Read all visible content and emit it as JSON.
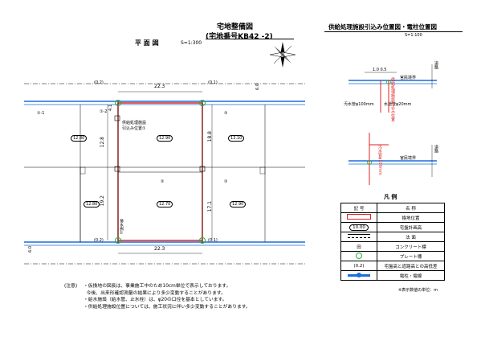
{
  "plan": {
    "title": "宅地整備図",
    "subtitle": "(宅地番号KB42 -2)",
    "view_label": "平 面 図",
    "scale": "S=1:300",
    "dim_top": "22.3",
    "dim_bottom": "22.3",
    "dim_left": "12.8",
    "dim_left2": "19.2",
    "dim_right": "18.8",
    "dim_right2": "17.1",
    "dim_road_top": "4.1",
    "dim_road_left": "6.0",
    "dim_road_right": "6.0",
    "tag_tl": "(0.2)",
    "tag_tr": "(0.1)",
    "tag_bl": "(0.2)",
    "tag_br": "(0.1)",
    "lot_left_top": "12.80",
    "lot_center_top": "12.90",
    "lot_right_top": "13.10",
    "lot_left_bottom": "12.80",
    "lot_center_bottom": "12.70",
    "lot_right_bottom": "12.90",
    "lot_no_left": "①-1",
    "lot_no_left2": "①-2",
    "lot_no_center": "②",
    "lot_no_right": "③",
    "lot_no_bottom": "③",
    "label_inlet": "供給処理施設\n引込み位置①",
    "label_drain": "排水桝①"
  },
  "detail": {
    "title": "供給処理施設引込み位置図・電柱位置図",
    "scale": "S=1:100",
    "dims_top": "1.0 0.5",
    "label_boundary1": "官民境界",
    "label_boundary2": "官民境界",
    "label_road1": "道路",
    "label_road2": "道路",
    "label_sewer": "汚水管φ100mm",
    "label_water": "水道管φ20mm",
    "label_sewer2": "汚水管φ100mm",
    "label_inlet_detail": "供給処理施設引込み位置"
  },
  "legend": {
    "title": "凡 例",
    "header_symbol": "記 号",
    "header_name": "名 称",
    "items": [
      {
        "symbol": "",
        "name": "換地位置"
      },
      {
        "symbol": "10.00",
        "name": "宅盤計画高"
      },
      {
        "symbol": "",
        "name": "法 面"
      },
      {
        "symbol": "田",
        "name": "コンクリート標"
      },
      {
        "symbol": "",
        "name": "プレート標"
      },
      {
        "symbol": "(0.2)",
        "name": "宅盤高と道路高との高低差"
      },
      {
        "symbol": "",
        "name": "電柱・電線"
      }
    ],
    "unit_note": "※表示数値の単位：m"
  },
  "notes": {
    "label": "(注意)",
    "lines": [
      "・仮換地の図長は、事業施工中のため10cm単位で表示しております。",
      "  今後、出来形確認測量の結果により多少変動することがあります。",
      "・給水施設（給水管、止水栓）は、φ20の口径を基本としています。",
      "・供給処理施設位置については、施工状況に伴い多少変動することがあります。"
    ]
  }
}
